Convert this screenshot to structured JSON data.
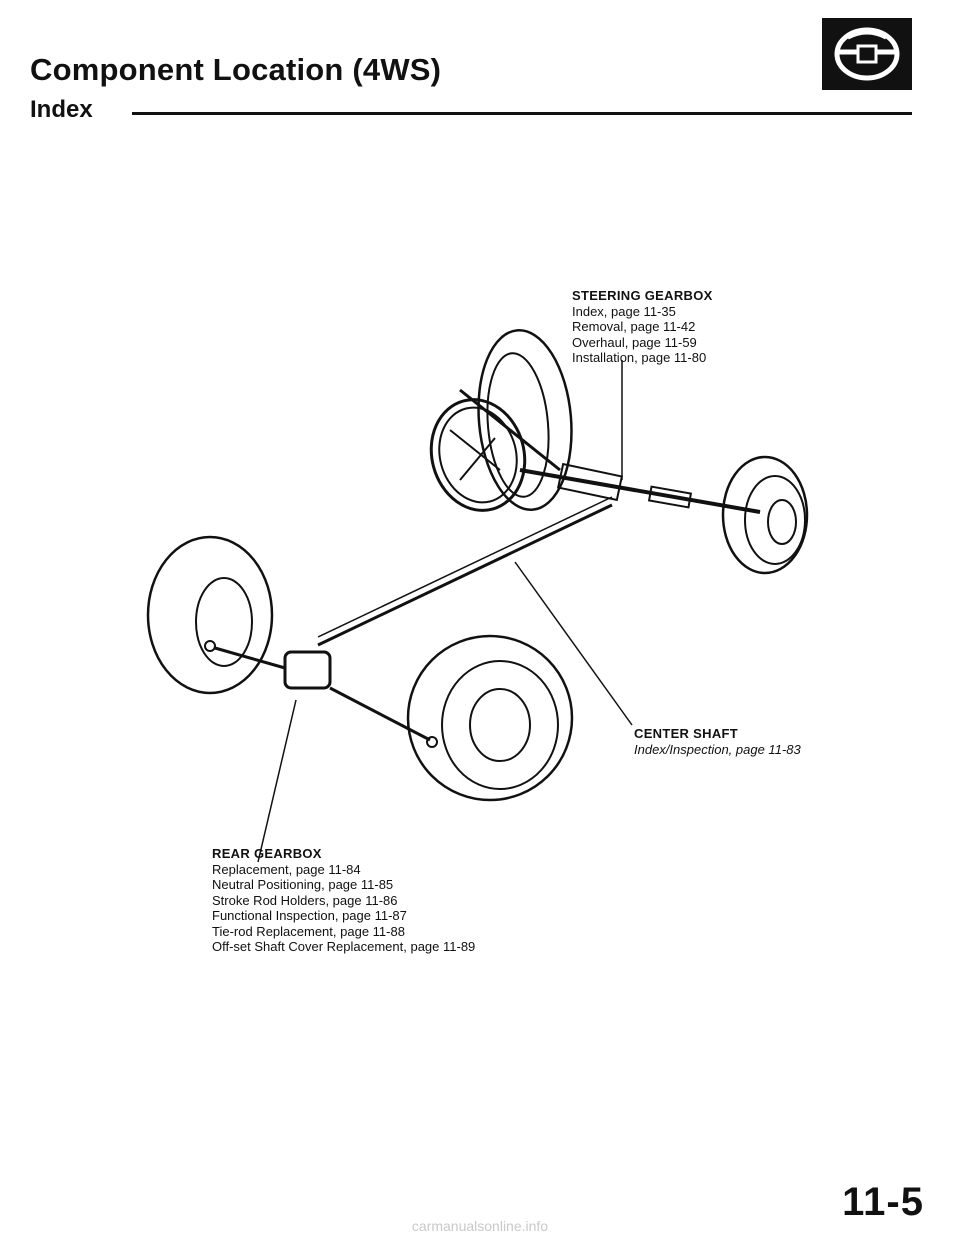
{
  "header": {
    "title": "Component Location (4WS)",
    "subtitle": "Index"
  },
  "badge": {
    "icon": "steering-wheel-icon",
    "color": "#111111"
  },
  "callouts": {
    "steering_gearbox": {
      "title": "STEERING GEARBOX",
      "lines": [
        "Index, page 11-35",
        "Removal, page 11-42",
        "Overhaul, page 11-59",
        "Installation, page 11-80"
      ]
    },
    "center_shaft": {
      "title": "CENTER SHAFT",
      "lines": [
        "Index/Inspection, page 11-83"
      ]
    },
    "rear_gearbox": {
      "title": "REAR GEARBOX",
      "lines": [
        "Replacement, page 11-84",
        "Neutral Positioning, page 11-85",
        "Stroke Rod Holders, page 11-86",
        "Functional Inspection, page 11-87",
        "Tie-rod Replacement, page 11-88",
        "Off-set Shaft Cover Replacement, page 11-89"
      ]
    }
  },
  "page_number": "11-5",
  "footer": {
    "url": "carmanualsonline.info"
  }
}
